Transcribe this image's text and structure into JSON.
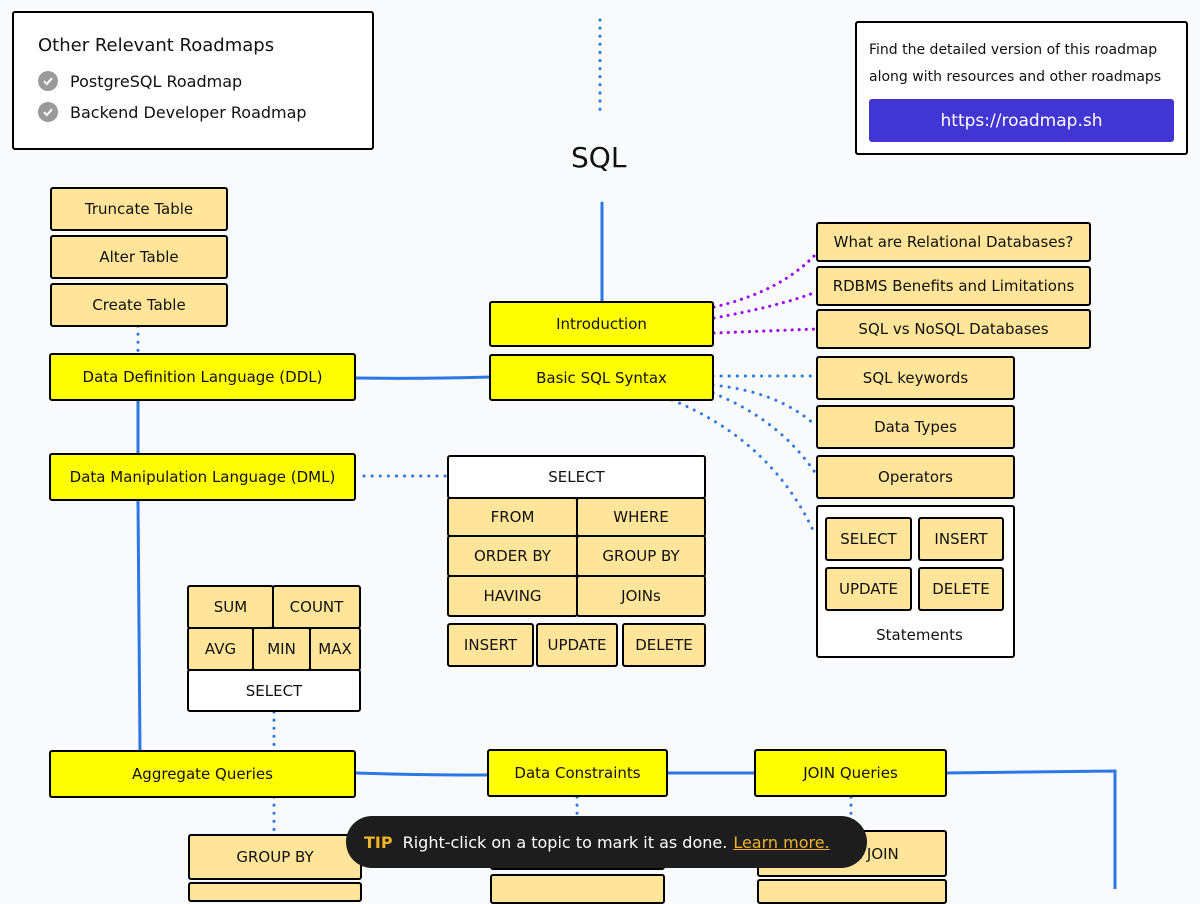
{
  "colors": {
    "main_topic": "#ffff00",
    "subtopic": "#ffe599",
    "connector_blue": "#2b78e4",
    "connector_purple": "#9900ff",
    "cta_button": "#4136d4",
    "tip_accent": "#f0b429"
  },
  "relevant": {
    "title": "Other Relevant Roadmaps",
    "items": [
      {
        "label": "PostgreSQL Roadmap",
        "icon": "check-circle-icon"
      },
      {
        "label": "Backend Developer Roadmap",
        "icon": "check-circle-icon"
      }
    ]
  },
  "cta": {
    "line1": "Find the detailed version of this roadmap",
    "line2": "along with resources and other roadmaps",
    "button": "https://roadmap.sh"
  },
  "title": "SQL",
  "intro": {
    "introduction": "Introduction",
    "basic_syntax": "Basic SQL Syntax",
    "relational": "What are Relational Databases?",
    "rdbms": "RDBMS Benefits and Limitations",
    "sql_vs_nosql": "SQL vs NoSQL Databases",
    "keywords": "SQL keywords",
    "data_types": "Data Types",
    "operators": "Operators",
    "statements": {
      "select": "SELECT",
      "insert": "INSERT",
      "update": "UPDATE",
      "delete": "DELETE",
      "label": "Statements"
    }
  },
  "ddl": {
    "label": "Data Definition Language (DDL)",
    "truncate": "Truncate Table",
    "alter": "Alter Table",
    "create": "Create Table"
  },
  "dml": {
    "label": "Data Manipulation Language (DML)",
    "select": "SELECT",
    "from": "FROM",
    "where": "WHERE",
    "order_by": "ORDER BY",
    "group_by": "GROUP BY",
    "having": "HAVING",
    "joins": "JOINs",
    "insert": "INSERT",
    "update": "UPDATE",
    "delete": "DELETE"
  },
  "aggregate": {
    "label": "Aggregate Queries",
    "sum": "SUM",
    "count": "COUNT",
    "avg": "AVG",
    "min": "MIN",
    "max": "MAX",
    "select": "SELECT",
    "group_by": "GROUP BY"
  },
  "constraints": {
    "label": "Data Constraints"
  },
  "joins": {
    "label": "JOIN Queries",
    "inner_join_partial": "NER JOIN"
  },
  "tip": {
    "tag": "TIP",
    "text": "Right-click on a topic to mark it as done.",
    "link": "Learn more."
  }
}
